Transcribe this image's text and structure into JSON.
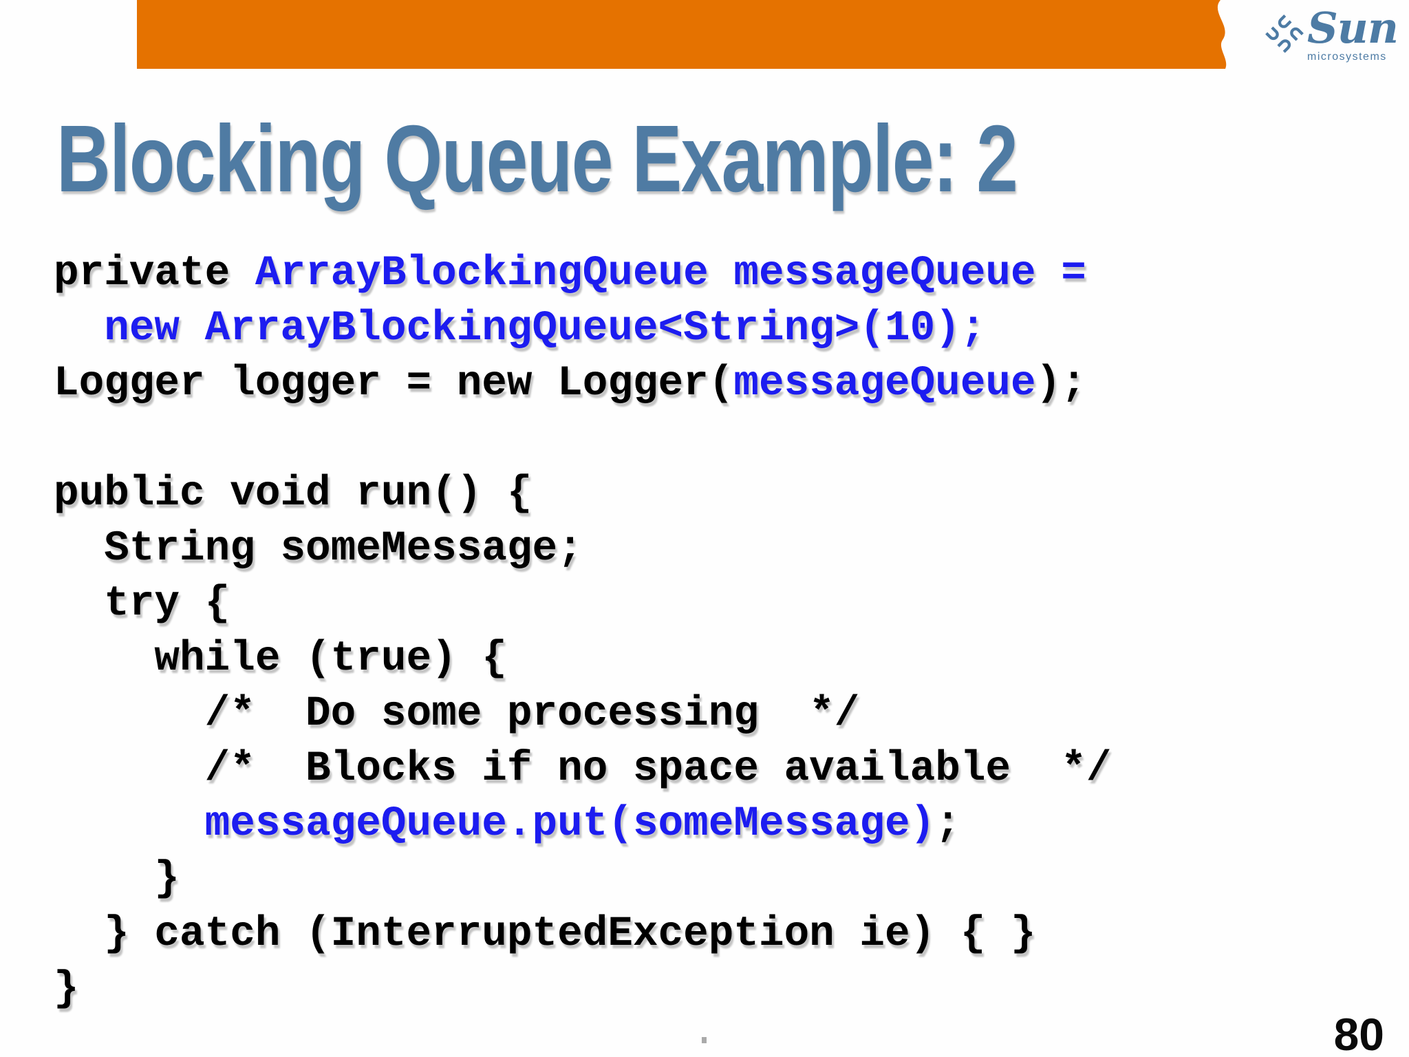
{
  "slide": {
    "title": "Blocking Queue Example: 2",
    "page_number": "80",
    "header": {
      "logo_brand": "Sun",
      "logo_sub": "microsystems"
    },
    "colors": {
      "bar_orange": "#e57200",
      "title_blue": "#4f7ba3",
      "code_blue": "#1c1cf0",
      "code_black": "#000000",
      "logo_blue": "#4d7ba4"
    },
    "code_lines": [
      {
        "segments": [
          {
            "t": "private ",
            "c": "black"
          },
          {
            "t": "ArrayBlockingQueue messageQueue =",
            "c": "blue"
          }
        ]
      },
      {
        "segments": [
          {
            "t": "  ",
            "c": "black"
          },
          {
            "t": "new ArrayBlockingQueue<String>(10);",
            "c": "blue"
          }
        ]
      },
      {
        "segments": [
          {
            "t": "Logger logger = new Logger(",
            "c": "black"
          },
          {
            "t": "messageQueue",
            "c": "blue"
          },
          {
            "t": ");",
            "c": "black"
          }
        ]
      },
      {
        "segments": []
      },
      {
        "segments": [
          {
            "t": "public void run() {",
            "c": "black"
          }
        ]
      },
      {
        "segments": [
          {
            "t": "  String someMessage;",
            "c": "black"
          }
        ]
      },
      {
        "segments": [
          {
            "t": "  try {",
            "c": "black"
          }
        ]
      },
      {
        "segments": [
          {
            "t": "    while (true) {",
            "c": "black"
          }
        ]
      },
      {
        "segments": [
          {
            "t": "      /*  Do some processing  */",
            "c": "black"
          }
        ]
      },
      {
        "segments": [
          {
            "t": "      /*  Blocks if no space available  */",
            "c": "black"
          }
        ]
      },
      {
        "segments": [
          {
            "t": "      ",
            "c": "black"
          },
          {
            "t": "messageQueue.put(someMessage)",
            "c": "blue"
          },
          {
            "t": ";",
            "c": "black"
          }
        ]
      },
      {
        "segments": [
          {
            "t": "    }",
            "c": "black"
          }
        ]
      },
      {
        "segments": [
          {
            "t": "  } catch (InterruptedException ie) { }",
            "c": "black"
          }
        ]
      },
      {
        "segments": [
          {
            "t": "}",
            "c": "black"
          }
        ]
      }
    ]
  }
}
